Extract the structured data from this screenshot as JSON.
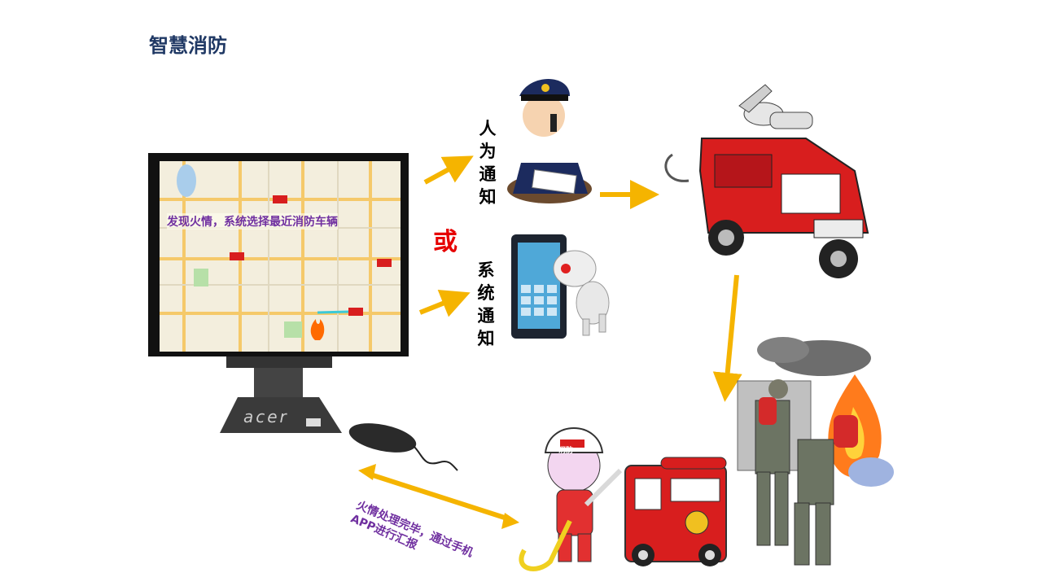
{
  "title": "智慧消防",
  "monitor": {
    "brand": "acer",
    "map_caption": "发现火情，系统选择最近消防车辆"
  },
  "labels": {
    "human_notice": [
      "人",
      "为",
      "通",
      "知"
    ],
    "or": "或",
    "system_notice": [
      "系",
      "统",
      "通",
      "知"
    ]
  },
  "report_text": "火情处理完毕，通过手机APP进行汇报",
  "firefighter_helmet_text": "消防",
  "colors": {
    "arrow": "#f5b400",
    "title": "#1f3864",
    "purple": "#7030a0",
    "red": "#e60000",
    "truck": "#d81e1e"
  }
}
